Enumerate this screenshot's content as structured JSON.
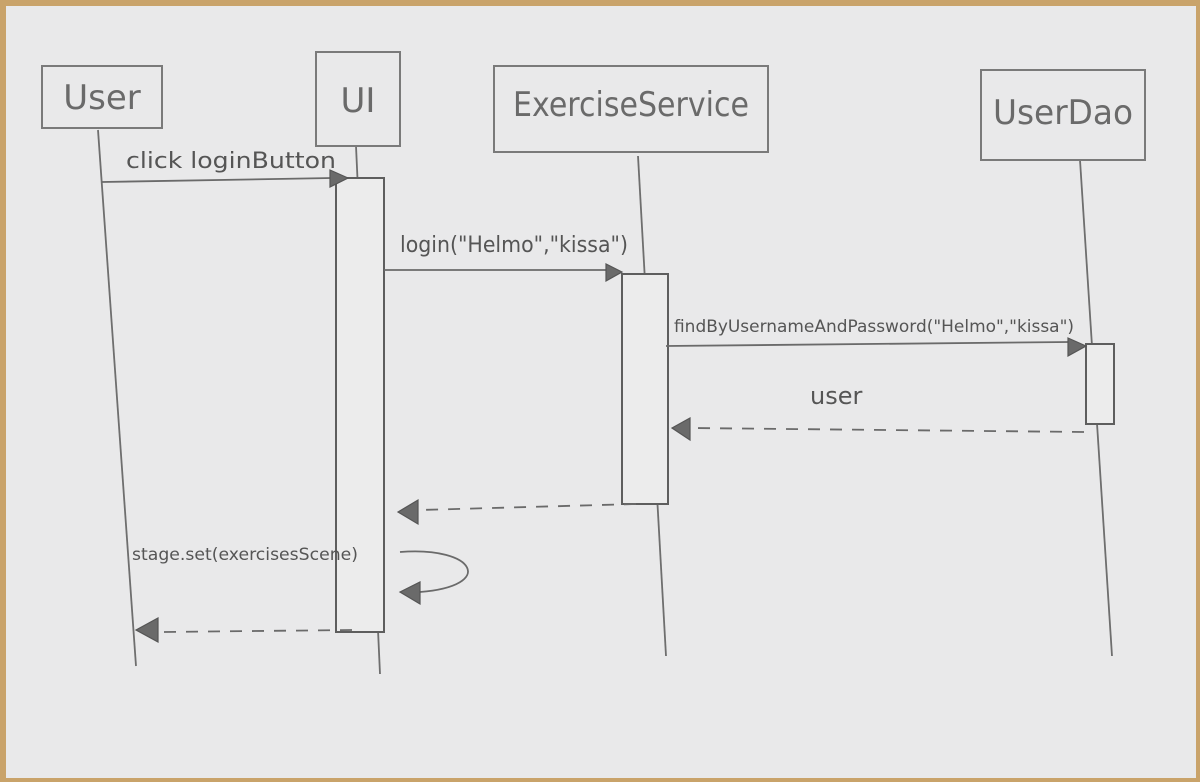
{
  "diagram": {
    "participants": [
      {
        "name": "User"
      },
      {
        "name": "UI"
      },
      {
        "name": "ExerciseService"
      },
      {
        "name": "UserDao"
      }
    ],
    "messages": [
      {
        "label": "click loginButton",
        "from": "User",
        "to": "UI",
        "kind": "call"
      },
      {
        "label": "login(\"Helmo\",\"kissa\")",
        "from": "UI",
        "to": "ExerciseService",
        "kind": "call"
      },
      {
        "label": "findByUsernameAndPassword(\"Helmo\",\"kissa\")",
        "from": "ExerciseService",
        "to": "UserDao",
        "kind": "call"
      },
      {
        "label": "user",
        "from": "UserDao",
        "to": "ExerciseService",
        "kind": "return"
      },
      {
        "label": "",
        "from": "ExerciseService",
        "to": "UI",
        "kind": "return"
      },
      {
        "label": "stage.set(exercisesScene)",
        "from": "UI",
        "to": "UI",
        "kind": "self"
      },
      {
        "label": "",
        "from": "UI",
        "to": "User",
        "kind": "return"
      }
    ]
  }
}
